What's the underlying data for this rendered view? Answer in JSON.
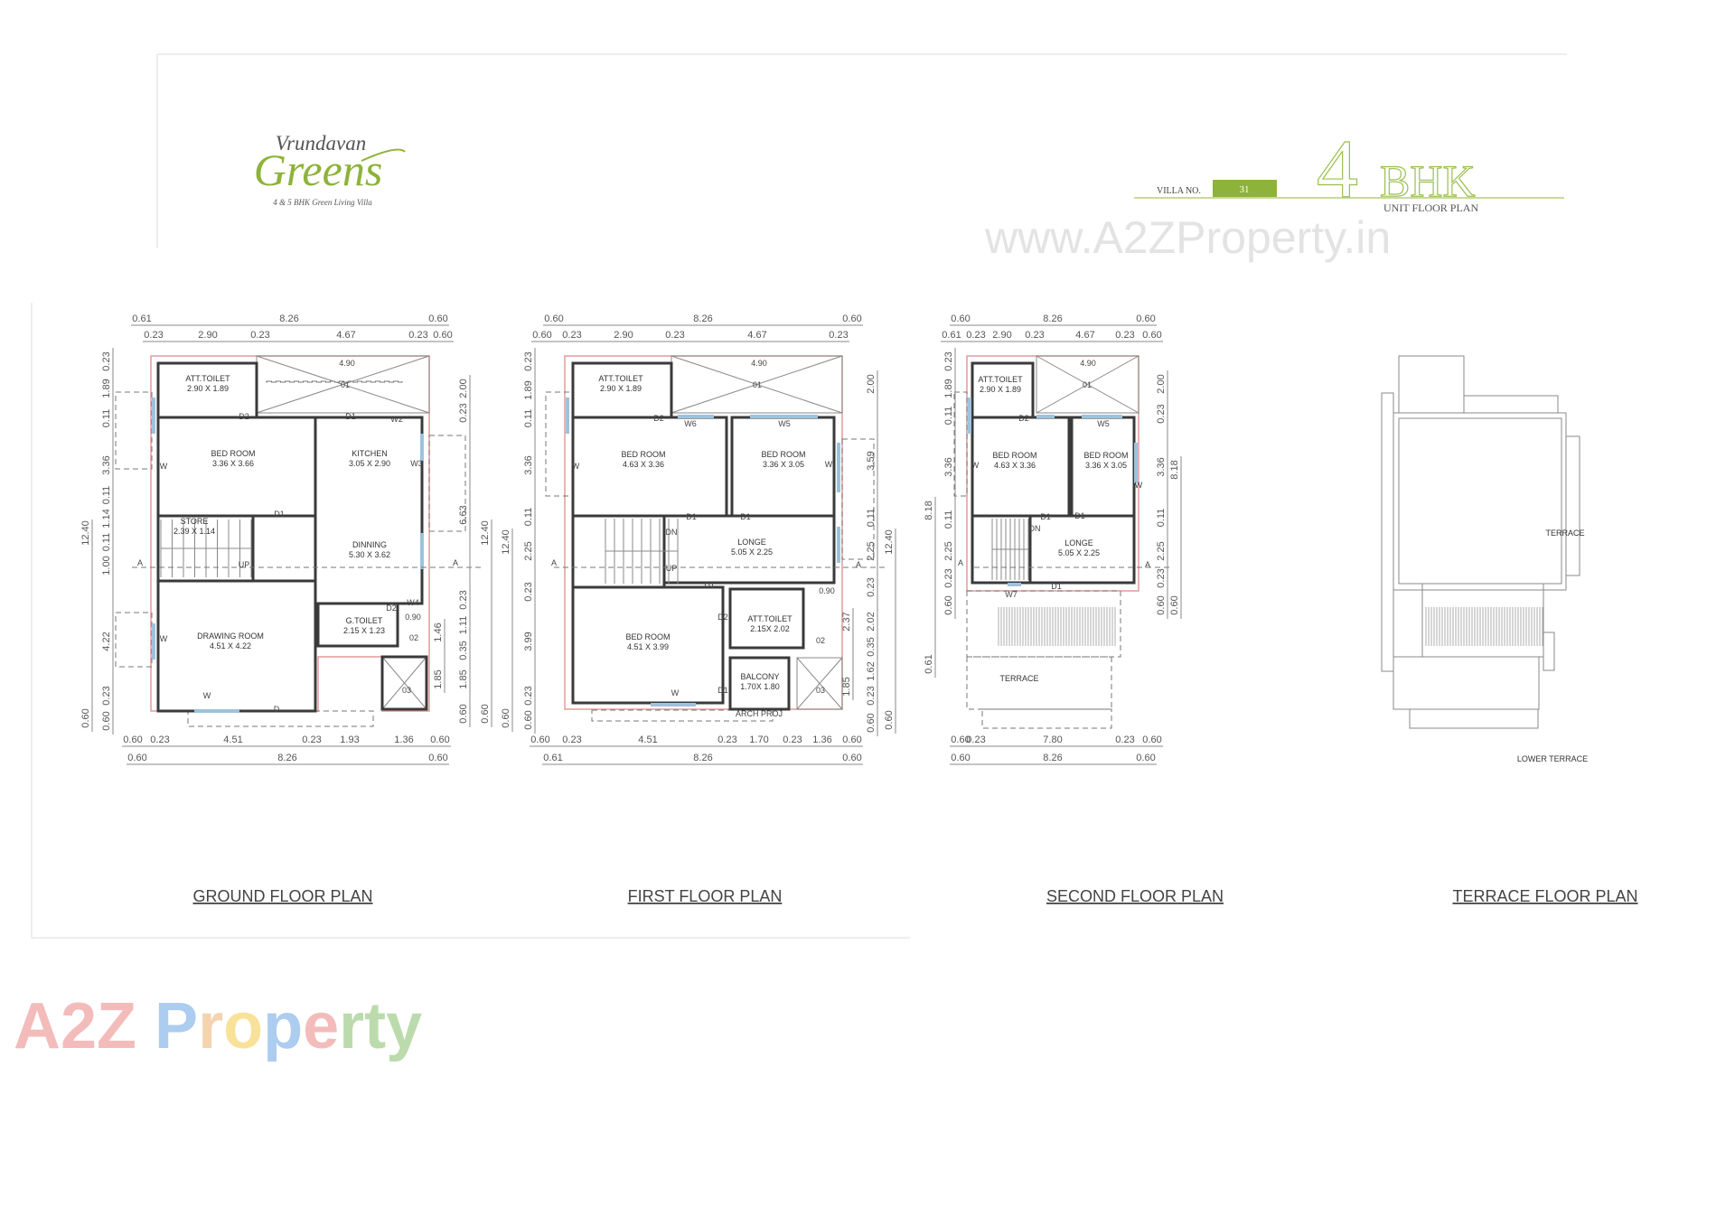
{
  "header": {
    "logo_top": "Vrundavan",
    "logo_main": "Greens",
    "logo_tagline": "4 & 5 BHK Green Living Villa",
    "villa_label": "VILLA NO.",
    "villa_number": "31",
    "unit_big": "4",
    "unit_type": "BHK",
    "unit_subtitle": "UNIT FLOOR PLAN",
    "watermark_url": "www.A2ZProperty.in"
  },
  "watermark_logo": "A2Z Property",
  "colors": {
    "brand_green": "#8db33a",
    "wall": "#3a3a3a",
    "outline_red": "#e39a9a",
    "window_blue": "#9cc3dd"
  },
  "plans": [
    {
      "title": "GROUND FLOOR PLAN",
      "rooms": [
        {
          "name": "ATT.TOILET",
          "size": "2.90 X 1.89"
        },
        {
          "name": "BED ROOM",
          "size": "3.36 X 3.66"
        },
        {
          "name": "KITCHEN",
          "size": "3.05 X 2.90"
        },
        {
          "name": "STORE",
          "size": "2.39 X 1.14"
        },
        {
          "name": "DINNING",
          "size": "5.30 X 3.62"
        },
        {
          "name": "G.TOILET",
          "size": "2.15 X 1.23"
        },
        {
          "name": "DRAWING ROOM",
          "size": "4.51 X 4.22"
        }
      ],
      "tags": [
        "4.90",
        "01",
        "D2",
        "D1",
        "W2",
        "W3",
        "D1",
        "W",
        "W",
        "D2",
        "W4",
        "0.90",
        "02",
        "03",
        "W",
        "D",
        "A",
        "A",
        "UP"
      ],
      "dims": {
        "top1": [
          "0.61",
          "8.26",
          "0.60"
        ],
        "top2": [
          "0.23",
          "2.90",
          "0.23",
          "4.67",
          "0.23",
          "0.60"
        ],
        "bottom1": [
          "0.60",
          "0.23",
          "4.51",
          "0.23",
          "1.93",
          "1.36",
          "0.60"
        ],
        "bottom2": [
          "0.60",
          "8.26",
          "0.60"
        ],
        "left_inner": [
          "0.23",
          "1.89",
          "0.11",
          "3.36",
          "0.11",
          "1.14",
          "0.11",
          "1.00",
          "4.22",
          "0.23",
          "0.60"
        ],
        "left_outer": [
          "12.40",
          "0.60"
        ],
        "right_inner": [
          "1.46",
          "1.85"
        ],
        "right_mid": [
          "2.00",
          "0.23",
          "6.63",
          "0.23",
          "1.11",
          "0.35",
          "1.85",
          "0.60"
        ],
        "right_outer": [
          "12.40",
          "0.60"
        ]
      }
    },
    {
      "title": "FIRST FLOOR PLAN",
      "rooms": [
        {
          "name": "ATT.TOILET",
          "size": "2.90 X 1.89"
        },
        {
          "name": "BED ROOM",
          "size": "4.63 X 3.36"
        },
        {
          "name": "BED ROOM",
          "size": "3.36 X 3.05"
        },
        {
          "name": "LONGE",
          "size": "5.05 X 2.25"
        },
        {
          "name": "ATT.TOILET",
          "size": "2.15X 2.02"
        },
        {
          "name": "BED ROOM",
          "size": "4.51 X 3.99"
        },
        {
          "name": "BALCONY",
          "size": "1.70X 1.80"
        }
      ],
      "tags": [
        "4.90",
        "01",
        "D2",
        "W6",
        "W5",
        "D1",
        "D1",
        "W",
        "W",
        "D1",
        "D2",
        "D1",
        "W",
        "0.90",
        "02",
        "03",
        "A",
        "A",
        "DN",
        "UP",
        "ARCH PROJ"
      ],
      "dims": {
        "top1": [
          "0.60",
          "8.26",
          "0.60"
        ],
        "top2": [
          "0.60",
          "0.23",
          "2.90",
          "0.23",
          "4.67",
          "0.23"
        ],
        "bottom1": [
          "0.60",
          "0.23",
          "4.51",
          "0.23",
          "1.70",
          "0.23",
          "1.36",
          "0.60"
        ],
        "bottom2": [
          "0.61",
          "8.26",
          "0.60"
        ],
        "left_inner": [
          "0.23",
          "1.89",
          "0.11",
          "3.36",
          "0.11",
          "2.25",
          "0.23",
          "3.99",
          "0.23",
          "0.60"
        ],
        "left_outer": [
          "12.40",
          "0.60"
        ],
        "right_inner": [
          "2.37",
          "1.85"
        ],
        "right_mid": [
          "2.00",
          "3.59",
          "0.11",
          "2.25",
          "0.23",
          "2.02",
          "0.35",
          "1.62",
          "0.23",
          "0.60"
        ],
        "right_outer": [
          "12.40",
          "0.60"
        ]
      }
    },
    {
      "title": "SECOND FLOOR PLAN",
      "rooms": [
        {
          "name": "ATT.TOILET",
          "size": "2.90 X 1.89"
        },
        {
          "name": "BED ROOM",
          "size": "4.63 X 3.36"
        },
        {
          "name": "BED ROOM",
          "size": "3.36 X 3.05"
        },
        {
          "name": "LONGE",
          "size": "5.05 X 2.25"
        },
        {
          "name": "TERRACE",
          "size": ""
        }
      ],
      "tags": [
        "4.90",
        "01",
        "D2",
        "W5",
        "W",
        "W",
        "D1",
        "D1",
        "D1",
        "W7",
        "A",
        "A",
        "DN"
      ],
      "dims": {
        "top1": [
          "0.60",
          "8.26",
          "0.60"
        ],
        "top2": [
          "0.61",
          "0.23",
          "2.90",
          "0.23",
          "4.67",
          "0.23",
          "0.60"
        ],
        "bottom1": [
          "0.60",
          "0.23",
          "7.80",
          "0.23",
          "0.60"
        ],
        "bottom2": [
          "0.60",
          "8.26",
          "0.60"
        ],
        "left_inner": [
          "0.23",
          "1.89",
          "0.11",
          "3.36",
          "0.11",
          "2.25",
          "0.23",
          "0.60"
        ],
        "left_outer": [
          "8.18",
          "0.61"
        ],
        "right_inner": [],
        "right_mid": [
          "2.00",
          "0.23",
          "3.36",
          "0.11",
          "2.25",
          "0.23",
          "0.60"
        ],
        "right_outer": [
          "8.18",
          "0.60"
        ]
      }
    },
    {
      "title": "TERRACE FLOOR PLAN",
      "rooms": [
        {
          "name": "TERRACE",
          "size": ""
        },
        {
          "name": "LOWER TERRACE",
          "size": ""
        }
      ],
      "tags": [],
      "dims": {}
    }
  ]
}
